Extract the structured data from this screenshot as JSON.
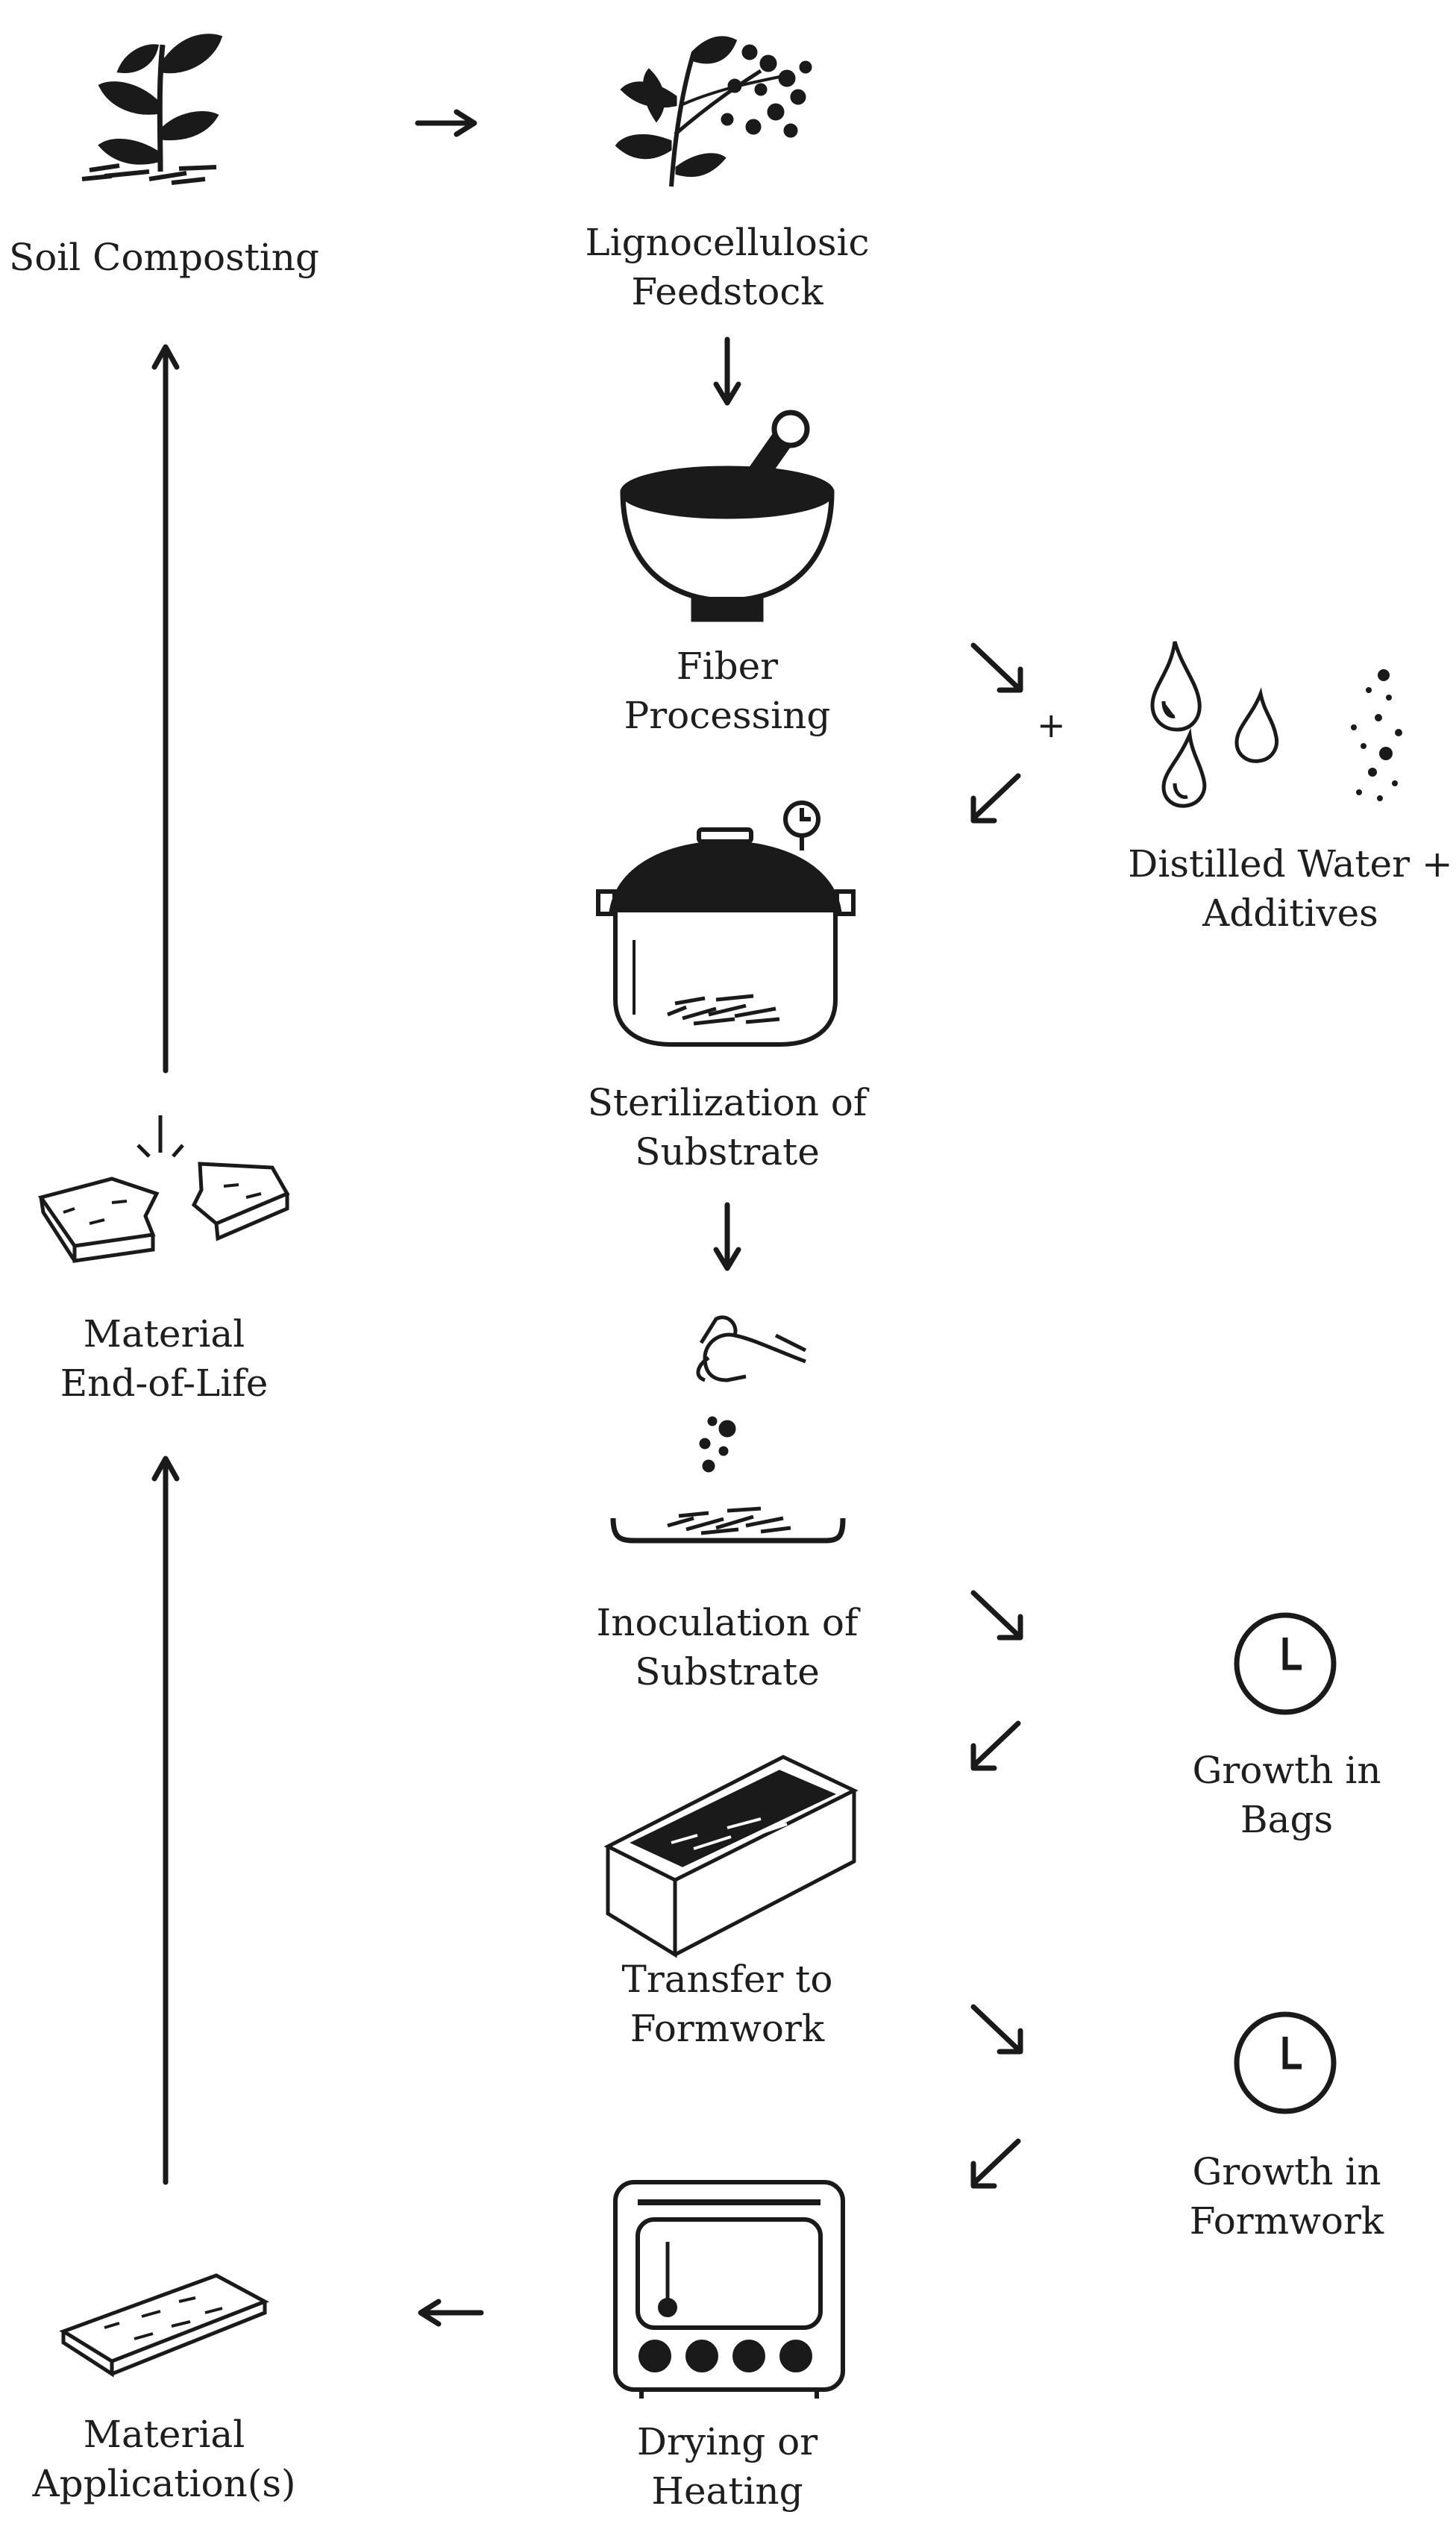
{
  "labels": {
    "soil_composting": "Soil Composting",
    "feedstock_1": "Lignocellulosic",
    "feedstock_2": "Feedstock",
    "fiber_1": "Fiber",
    "fiber_2": "Processing",
    "water_1": "Distilled Water +",
    "water_2": "Additives",
    "steril_1": "Sterilization of",
    "steril_2": "Substrate",
    "endlife_1": "Material",
    "endlife_2": "End-of-Life",
    "inoc_1": "Inoculation of",
    "inoc_2": "Substrate",
    "bags_1": "Growth in",
    "bags_2": "Bags",
    "transfer_1": "Transfer to",
    "transfer_2": "Formwork",
    "formwork_1": "Growth in",
    "formwork_2": "Formwork",
    "drying_1": "Drying or",
    "drying_2": "Heating",
    "app_1": "Material",
    "app_2": "Application(s)",
    "plus_sign": "+"
  },
  "icons": [
    "plant-sprout-icon",
    "plant-branches-icon",
    "mortar-pestle-icon",
    "water-drops-icon",
    "additive-particles-icon",
    "pressure-cooker-icon",
    "broken-slab-icon",
    "hand-sprinkle-icon",
    "clock-icon",
    "formwork-box-icon",
    "oven-icon",
    "material-slab-icon"
  ],
  "colors": {
    "ink": "#1a1a1a",
    "background": "#ffffff"
  }
}
